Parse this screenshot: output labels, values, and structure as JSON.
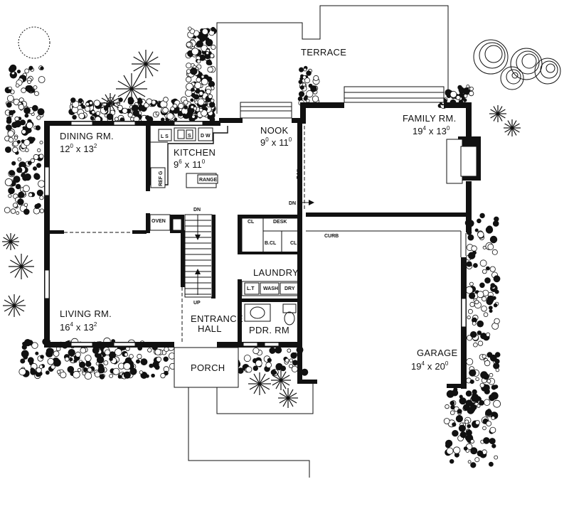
{
  "rooms": {
    "terrace": {
      "name": "TERRACE"
    },
    "dining": {
      "name": "DINING RM.",
      "w": "12",
      "w_sup": "0",
      "x": "x",
      "l": "13",
      "l_sup": "2"
    },
    "kitchen": {
      "name": "KITCHEN",
      "w": "9",
      "w_sup": "6",
      "x": "x",
      "l": "11",
      "l_sup": "0"
    },
    "nook": {
      "name": "NOOK",
      "w": "9",
      "w_sup": "0",
      "x": "x",
      "l": "11",
      "l_sup": "0"
    },
    "family": {
      "name": "FAMILY RM.",
      "w": "19",
      "w_sup": "4",
      "x": "x",
      "l": "13",
      "l_sup": "0"
    },
    "living": {
      "name": "LIVING RM.",
      "w": "16",
      "w_sup": "4",
      "x": "x",
      "l": "13",
      "l_sup": "2"
    },
    "entrance": {
      "line1": "ENTRANCE",
      "line2": "HALL"
    },
    "laundry": {
      "name": "LAUNDRY"
    },
    "powder": {
      "name": "PDR. RM"
    },
    "garage": {
      "name": "GARAGE",
      "w": "19",
      "w_sup": "4",
      "x": "x",
      "l": "20",
      "l_sup": "0"
    },
    "porch": {
      "name": "PORCH"
    }
  },
  "fixtures": {
    "ls": "L S",
    "sink": "S",
    "dw": "D W",
    "refg": "REF G",
    "range": "RANGE",
    "oven": "OVEN",
    "dn_stair": "DN",
    "up_stair": "UP",
    "rail": "RAIL",
    "dn_family": "DN",
    "cl1": "CL",
    "desk": "DESK",
    "bcl": "B.CL",
    "cl2": "CL",
    "curb": "CURB",
    "lt": "L.T",
    "wash": "WASH",
    "dry": "DRY"
  },
  "colors": {
    "ink": "#111111",
    "paper": "#ffffff"
  }
}
